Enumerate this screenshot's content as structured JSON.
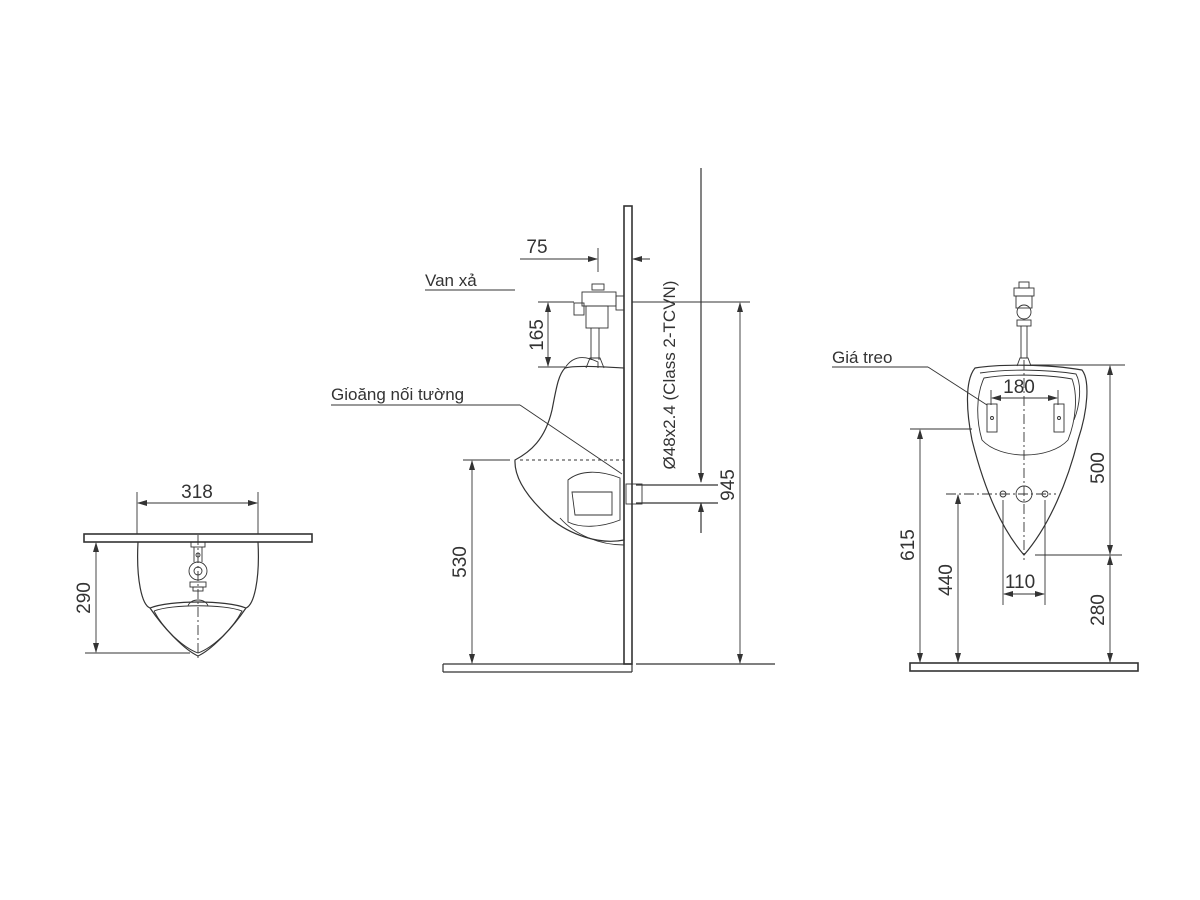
{
  "labels": {
    "flush_valve": "Van xả",
    "wall_gasket": "Gioăng nối tường",
    "hanger": "Giá treo",
    "pipe_spec": "Ø48x2.4 (Class 2-TCVN)"
  },
  "top_view": {
    "width_dim": "318",
    "depth_dim": "290"
  },
  "side_view": {
    "valve_offset_dim": "75",
    "valve_height_dim": "165",
    "rim_height_dim": "530",
    "valve_floor_dim": "945"
  },
  "front_view": {
    "hanger_spacing_dim": "180",
    "body_height_dim": "500",
    "hanger_height_dim": "615",
    "outlet_height_dim": "440",
    "outlet_spacing_dim": "110",
    "bottom_height_dim": "280"
  },
  "colors": {
    "line": "#333333",
    "background": "#ffffff"
  }
}
